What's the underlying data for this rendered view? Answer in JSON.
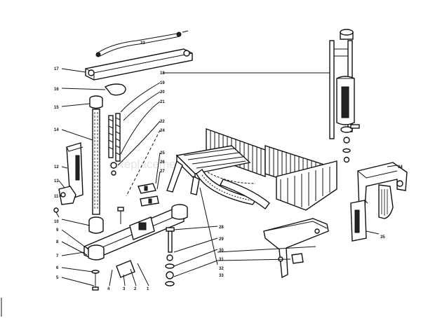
{
  "watermark": "eReplacementParts.com",
  "callouts": [
    {
      "id": "c23",
      "text": "23"
    },
    {
      "id": "c17",
      "text": "17"
    },
    {
      "id": "c18",
      "text": "18"
    },
    {
      "id": "c16",
      "text": "16"
    },
    {
      "id": "c19",
      "text": "19"
    },
    {
      "id": "c15",
      "text": "15"
    },
    {
      "id": "c20",
      "text": "20"
    },
    {
      "id": "c21",
      "text": "21"
    },
    {
      "id": "c14",
      "text": "14"
    },
    {
      "id": "c22",
      "text": "22"
    },
    {
      "id": "c24a",
      "text": "24"
    },
    {
      "id": "c25",
      "text": "25"
    },
    {
      "id": "c26",
      "text": "26"
    },
    {
      "id": "c27",
      "text": "27"
    },
    {
      "id": "c12",
      "text": "12"
    },
    {
      "id": "c13",
      "text": "13"
    },
    {
      "id": "c11",
      "text": "11"
    },
    {
      "id": "c10",
      "text": "10"
    },
    {
      "id": "c9",
      "text": "9"
    },
    {
      "id": "c8",
      "text": "8"
    },
    {
      "id": "c7",
      "text": "7"
    },
    {
      "id": "c6",
      "text": "6"
    },
    {
      "id": "c5",
      "text": "5"
    },
    {
      "id": "c4",
      "text": "4"
    },
    {
      "id": "c3",
      "text": "3"
    },
    {
      "id": "c2",
      "text": "2"
    },
    {
      "id": "c1",
      "text": "1"
    },
    {
      "id": "c28",
      "text": "28"
    },
    {
      "id": "c29",
      "text": "29"
    },
    {
      "id": "c30",
      "text": "30"
    },
    {
      "id": "c31",
      "text": "31"
    },
    {
      "id": "c32",
      "text": "32"
    },
    {
      "id": "c33",
      "text": "33"
    },
    {
      "id": "c34",
      "text": "34"
    },
    {
      "id": "c35",
      "text": "35"
    }
  ]
}
